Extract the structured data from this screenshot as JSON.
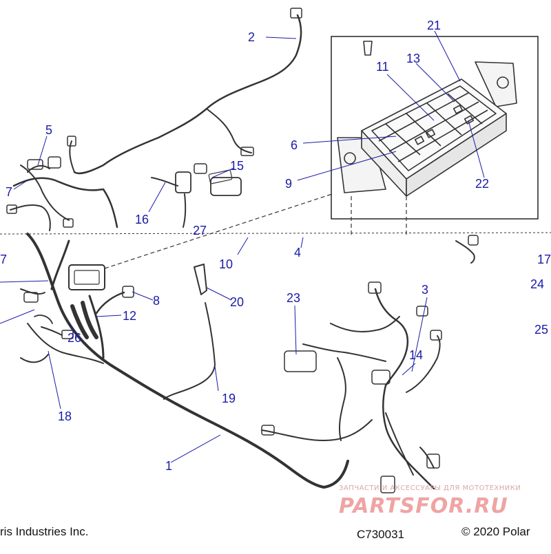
{
  "callouts": {
    "c1": "1",
    "c2": "2",
    "c3": "3",
    "c4": "4",
    "c5": "5",
    "c6": "6",
    "c7a": "7",
    "c7b": "7",
    "c8": "8",
    "c9": "9",
    "c10": "10",
    "c11": "11",
    "c12": "12",
    "c13": "13",
    "c14": "14",
    "c15": "15",
    "c16": "16",
    "c17": "17",
    "c18": "18",
    "c19": "19",
    "c20": "20",
    "c21": "21",
    "c22": "22",
    "c23": "23",
    "c24": "24",
    "c25": "25",
    "c26": "26",
    "c27": "27"
  },
  "footer": {
    "copyright_left": "ris Industries Inc.",
    "diagram_code": "C730031",
    "copyright_right": "© 2020 Polar"
  },
  "watermark": {
    "small": "ЗАПЧАСТИ И АКСЕССУАРЫ ДЛЯ МОТОТЕХНИКИ",
    "big": "PARTSFOR.RU"
  },
  "colors": {
    "callout": "#1a1aa8",
    "line": "#2a2a2a",
    "watermark": "#e25b5b"
  }
}
